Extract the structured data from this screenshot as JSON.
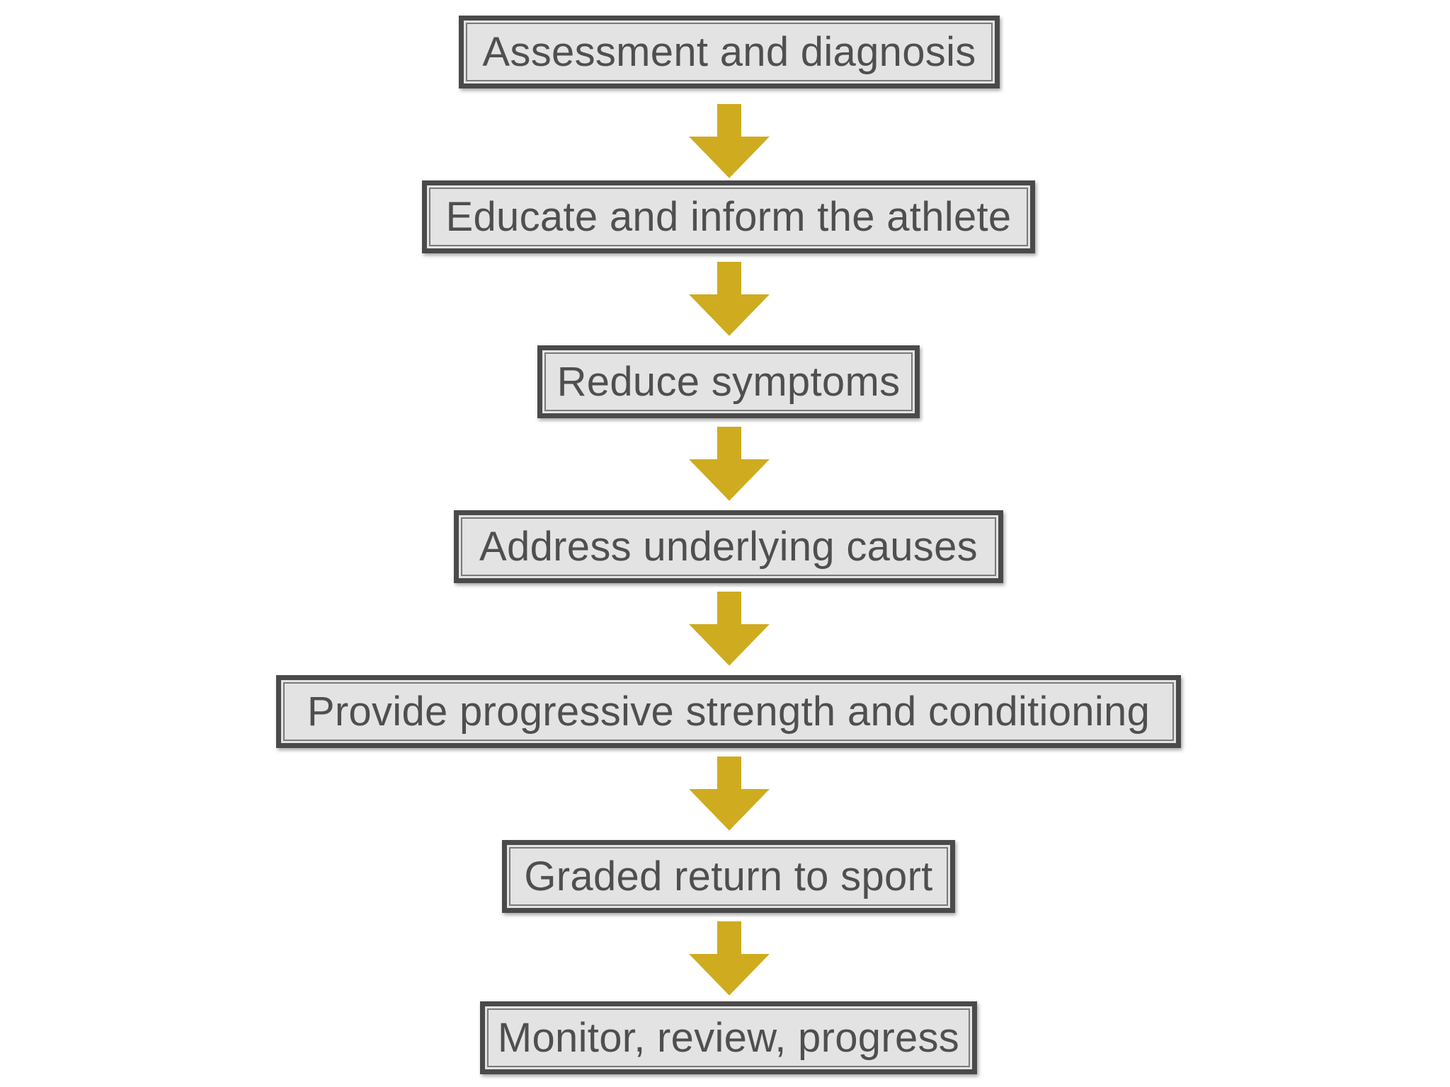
{
  "diagram": {
    "steps": [
      {
        "label": "Assessment and diagnosis"
      },
      {
        "label": "Educate and inform the athlete"
      },
      {
        "label": "Reduce symptoms"
      },
      {
        "label": "Address underlying causes"
      },
      {
        "label": "Provide progressive strength and conditioning"
      },
      {
        "label": "Graded return to sport"
      },
      {
        "label": "Monitor, review, progress"
      }
    ],
    "colors": {
      "box_fill": "#e3e3e3",
      "box_border": "#4a4a4a",
      "text": "#4f4f4f",
      "arrow_fill": "#cfab1f",
      "arrow_outline": "#ffffff"
    }
  }
}
